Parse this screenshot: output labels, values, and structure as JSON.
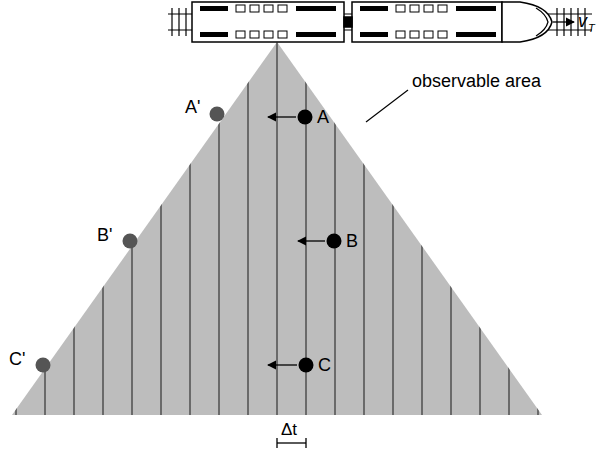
{
  "diagram": {
    "labels": [
      "A'",
      "A",
      "B'",
      "B",
      "C'",
      "C",
      "observable area",
      "Δt",
      "v",
      "T"
    ]
  }
}
